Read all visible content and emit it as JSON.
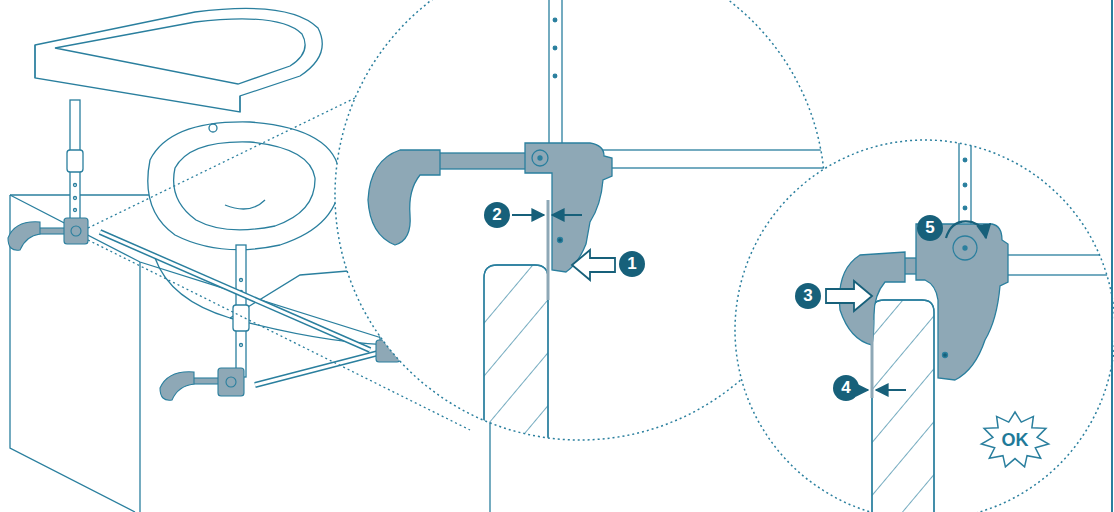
{
  "diagram": {
    "nodes": [
      {
        "text": [
          "OK"
        ]
      }
    ],
    "labels": [
      "2",
      "1",
      "5",
      "3",
      "4"
    ]
  }
}
